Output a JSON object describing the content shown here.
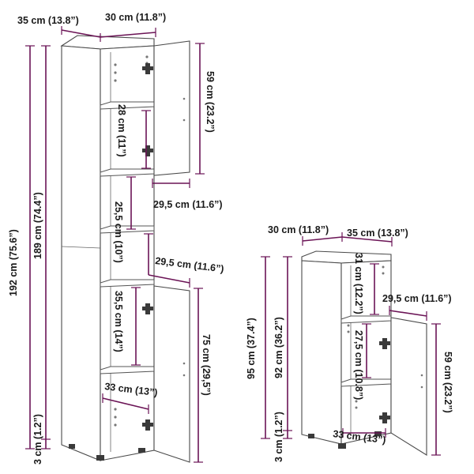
{
  "diagram": {
    "accent_color": "#6b1456",
    "tall_cabinet": {
      "depth_label": "35 cm (13.8”)",
      "width_label": "30 cm (11.8”)",
      "total_height_label": "192 cm (75.6”)",
      "body_height_label": "189 cm (74.4”)",
      "feet_height_label": "3 cm (1.2”)",
      "upper_door_height_label": "59 cm (23.2”)",
      "upper_shelf_gap_label": "28 cm (11”)",
      "upper_inner_depth_label": "29,5 cm (11.6”)",
      "middle_gap_label": "25,5 cm (10”)",
      "middle_inner_depth_label": "29,5 cm (11.6”)",
      "lower_shelf_gap_label": "35,5 cm (14”)",
      "lower_door_height_label": "75 cm (29,5”)",
      "shelf_width_label": "33 cm (13”)"
    },
    "small_cabinet": {
      "width_label": "30 cm (11.8”)",
      "depth_label": "35 cm (13.8”)",
      "total_height_label": "95 cm (37.4”)",
      "body_height_label": "92 cm (36.2”)",
      "feet_height_label": "3 cm (1.2”)",
      "top_gap_label": "31 cm (12.2”)",
      "inner_depth_label": "29,5 cm (11.6”)",
      "shelf_gap_label": "27,5 cm (10.8”)",
      "door_height_label": "59 cm (23.2”)",
      "shelf_width_label": "33 cm (13”)"
    }
  }
}
